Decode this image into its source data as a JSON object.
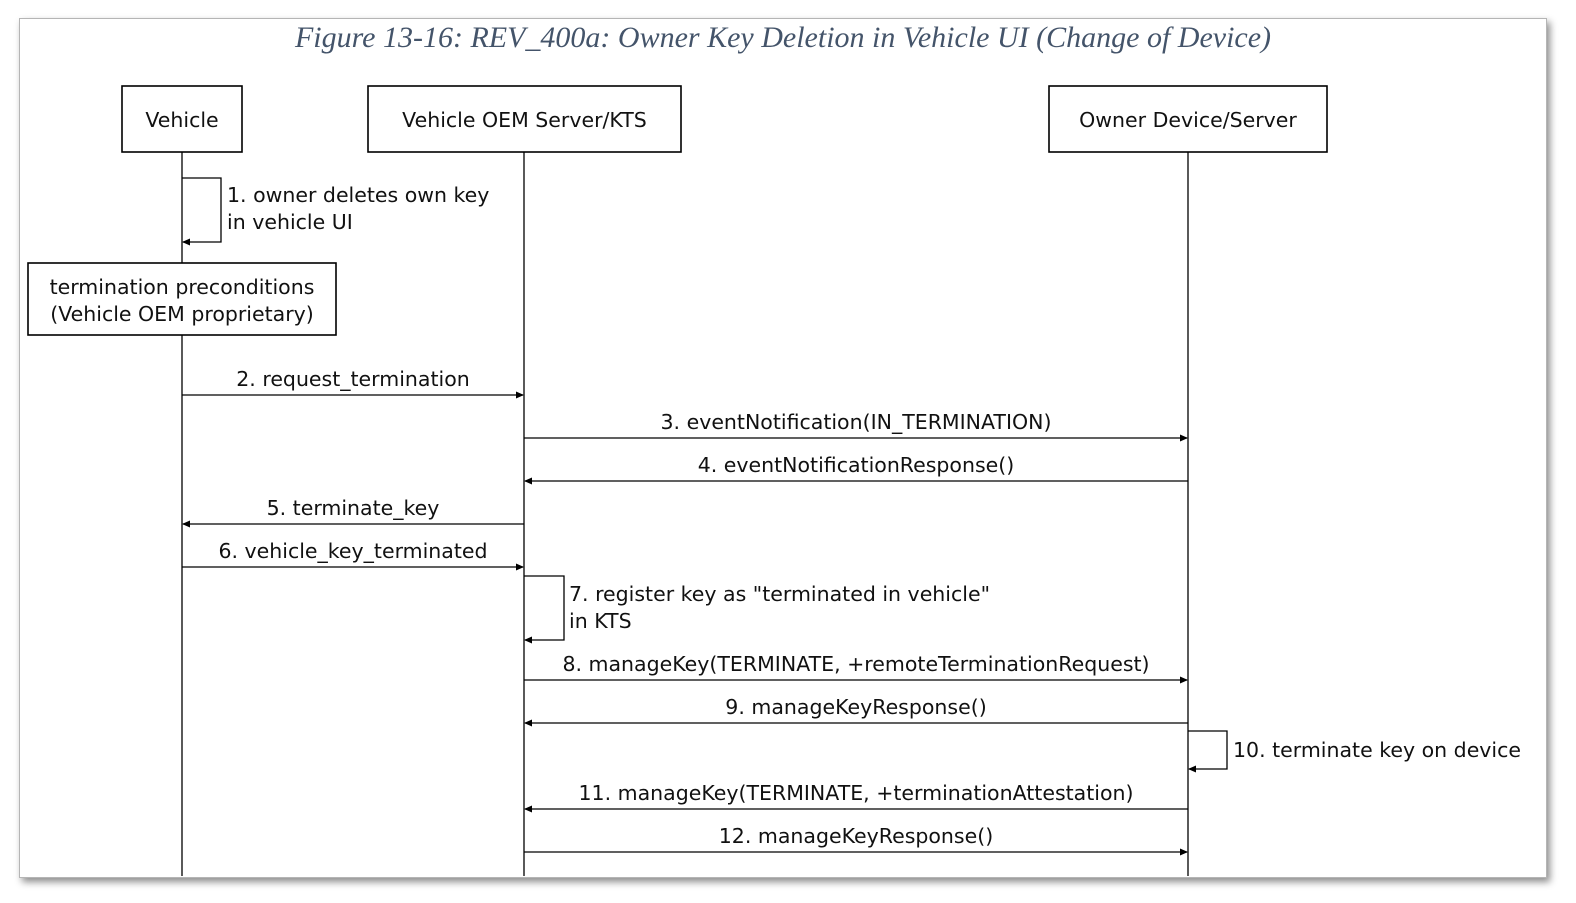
{
  "figure": {
    "caption": "Figure 13-16: REV_400a: Owner Key Deletion in Vehicle UI (Change of Device)"
  },
  "participants": [
    {
      "id": "vehicle",
      "label": "Vehicle"
    },
    {
      "id": "oem",
      "label": "Vehicle OEM Server/KTS"
    },
    {
      "id": "owner",
      "label": "Owner Device/Server"
    }
  ],
  "note": {
    "lines": [
      "termination preconditions",
      "(Vehicle OEM proprietary)"
    ]
  },
  "messages": [
    {
      "step": 1,
      "from": "vehicle",
      "to": "vehicle",
      "lines": [
        "1. owner deletes own key",
        "in vehicle UI"
      ]
    },
    {
      "step": 2,
      "from": "vehicle",
      "to": "oem",
      "lines": [
        "2. request_termination"
      ]
    },
    {
      "step": 3,
      "from": "oem",
      "to": "owner",
      "lines": [
        "3. eventNotification(IN_TERMINATION)"
      ]
    },
    {
      "step": 4,
      "from": "owner",
      "to": "oem",
      "lines": [
        "4. eventNotificationResponse()"
      ]
    },
    {
      "step": 5,
      "from": "oem",
      "to": "vehicle",
      "lines": [
        "5. terminate_key"
      ]
    },
    {
      "step": 6,
      "from": "vehicle",
      "to": "oem",
      "lines": [
        "6. vehicle_key_terminated"
      ]
    },
    {
      "step": 7,
      "from": "oem",
      "to": "oem",
      "lines": [
        "7. register key as \"terminated in vehicle\"",
        "in KTS"
      ]
    },
    {
      "step": 8,
      "from": "oem",
      "to": "owner",
      "lines": [
        "8. manageKey(TERMINATE, +remoteTerminationRequest)"
      ]
    },
    {
      "step": 9,
      "from": "owner",
      "to": "oem",
      "lines": [
        "9. manageKeyResponse()"
      ]
    },
    {
      "step": 10,
      "from": "owner",
      "to": "owner",
      "lines": [
        "10. terminate key on device"
      ]
    },
    {
      "step": 11,
      "from": "owner",
      "to": "oem",
      "lines": [
        "11. manageKey(TERMINATE, +terminationAttestation)"
      ]
    },
    {
      "step": 12,
      "from": "oem",
      "to": "owner",
      "lines": [
        "12. manageKeyResponse()"
      ]
    }
  ]
}
